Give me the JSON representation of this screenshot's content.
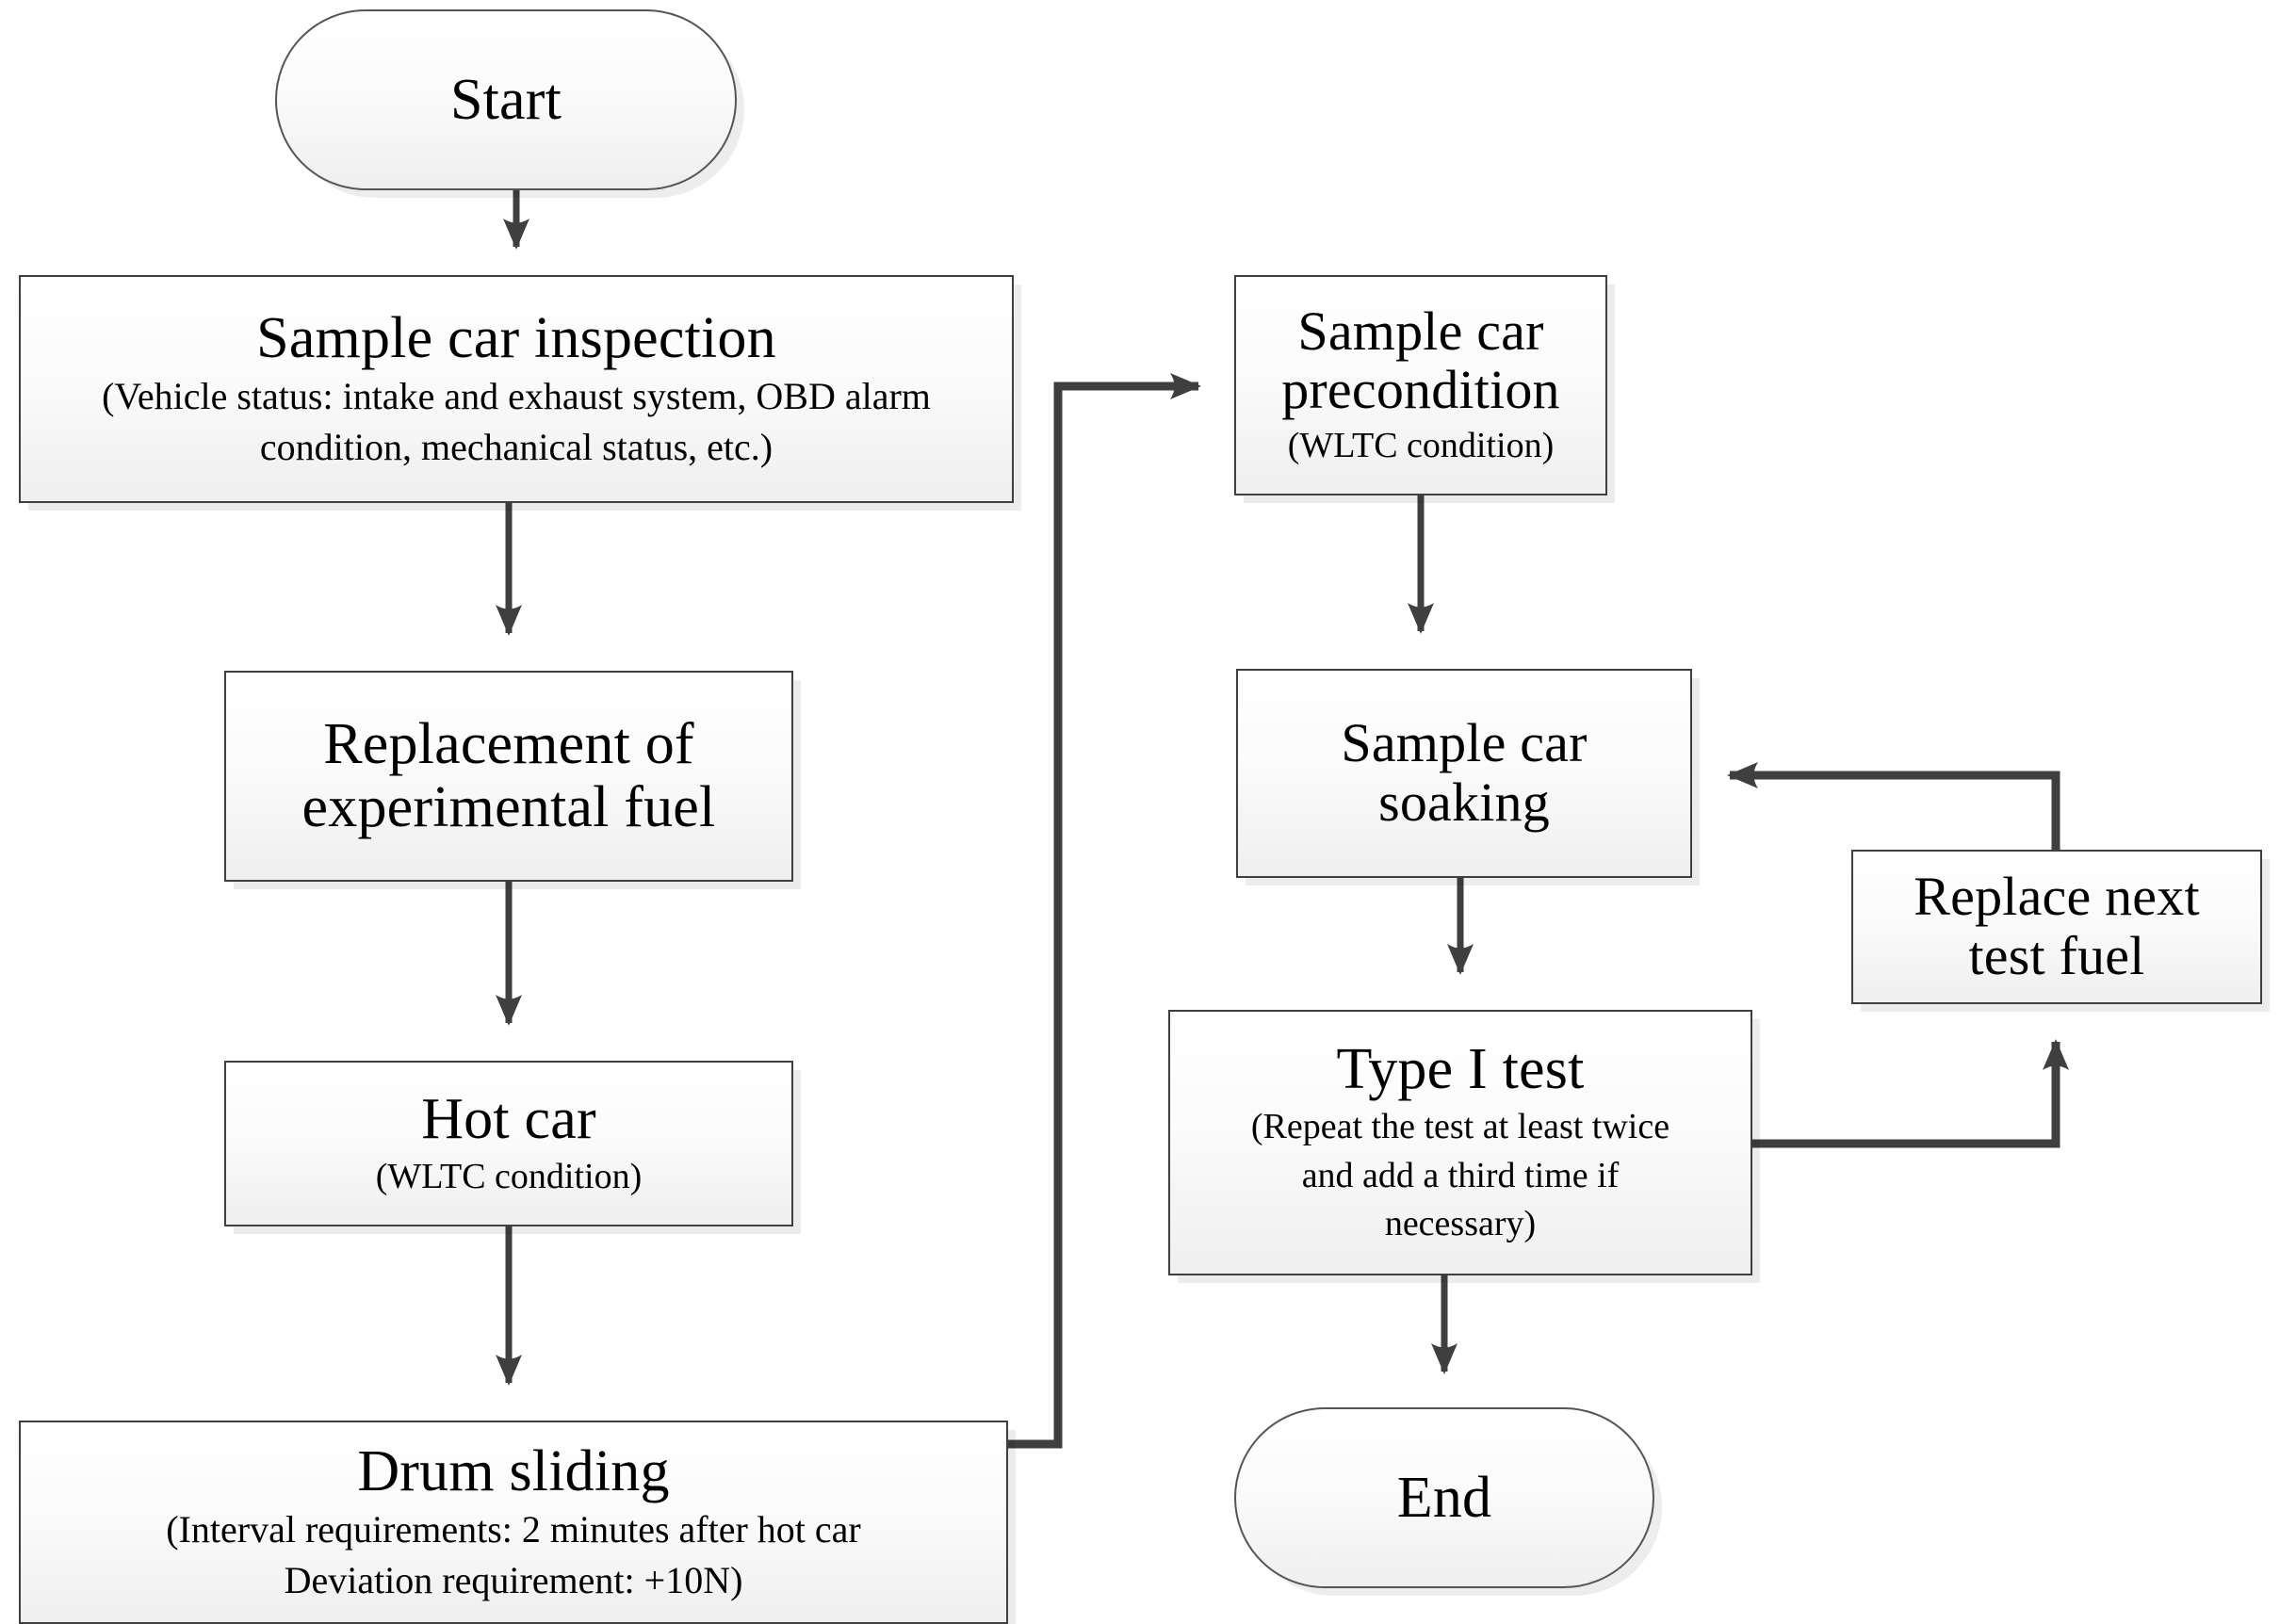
{
  "diagram": {
    "title": "Vehicle emission test procedure flowchart",
    "colors": {
      "node_border": "#3f3f3f",
      "node_fill_top": "#ffffff",
      "node_fill_bottom": "#efefef",
      "connector": "#3f3f3f",
      "text": "#000000",
      "background": "#ffffff"
    }
  },
  "nodes": {
    "start": {
      "label": "Start",
      "shape": "terminator"
    },
    "inspection": {
      "label": "Sample car inspection",
      "sub_line1": "(Vehicle status: intake and exhaust system, OBD alarm",
      "sub_line2": "condition, mechanical status, etc.)",
      "shape": "process"
    },
    "replacement": {
      "label_line1": "Replacement of",
      "label_line2": "experimental fuel",
      "shape": "process"
    },
    "hotcar": {
      "label": "Hot car",
      "sub": "(WLTC condition)",
      "shape": "process"
    },
    "drum": {
      "label": "Drum sliding",
      "sub_line1": "(Interval requirements: 2 minutes after hot car",
      "sub_line2": "Deviation requirement: +10N)",
      "shape": "process"
    },
    "precondition": {
      "label_line1": "Sample car",
      "label_line2": "precondition",
      "sub": "(WLTC condition)",
      "shape": "process"
    },
    "soaking": {
      "label_line1": "Sample car",
      "label_line2": "soaking",
      "shape": "process"
    },
    "typeitest": {
      "label": "Type I test",
      "sub_line1": "(Repeat the test at least twice",
      "sub_line2": "and add a third time if",
      "sub_line3": "necessary)",
      "shape": "process"
    },
    "replacefuel": {
      "label_line1": "Replace next",
      "label_line2": "test fuel",
      "shape": "process"
    },
    "end": {
      "label": "End",
      "shape": "terminator"
    }
  },
  "connectors": [
    {
      "from": "start",
      "to": "inspection",
      "kind": "straight-down"
    },
    {
      "from": "inspection",
      "to": "replacement",
      "kind": "straight-down"
    },
    {
      "from": "replacement",
      "to": "hotcar",
      "kind": "straight-down"
    },
    {
      "from": "hotcar",
      "to": "drum",
      "kind": "straight-down"
    },
    {
      "from": "drum",
      "to": "precondition",
      "kind": "elbow-right-up-right"
    },
    {
      "from": "precondition",
      "to": "soaking",
      "kind": "straight-down"
    },
    {
      "from": "soaking",
      "to": "typeitest",
      "kind": "straight-down"
    },
    {
      "from": "typeitest",
      "to": "replacefuel",
      "kind": "elbow-right-up"
    },
    {
      "from": "replacefuel",
      "to": "soaking",
      "kind": "elbow-up-left"
    },
    {
      "from": "typeitest",
      "to": "end",
      "kind": "straight-down"
    }
  ]
}
